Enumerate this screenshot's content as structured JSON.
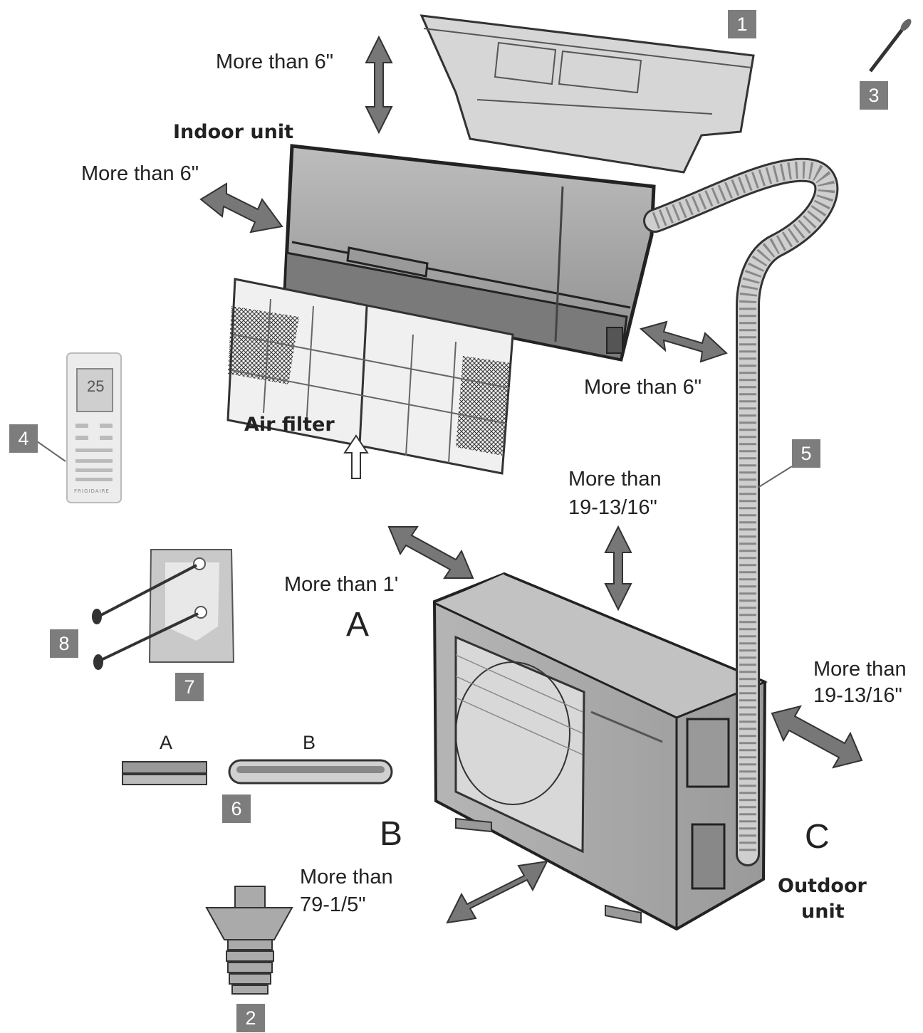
{
  "labels": {
    "clear_top": "More than 6\"",
    "indoor_unit": "Indoor unit",
    "clear_left": "More than 6\"",
    "clear_right": "More than 6\"",
    "air_filter": "Air filter",
    "clear_above_outdoor_1": "More than",
    "clear_above_outdoor_2": "19-13/16\"",
    "clear_a": "More than 1'",
    "clear_c_1": "More than",
    "clear_c_2": "19-13/16\"",
    "clear_b_1": "More than",
    "clear_b_2": "79-1/5\"",
    "outdoor_unit_1": "Outdoor",
    "outdoor_unit_2": "unit"
  },
  "side_letters": {
    "a": "A",
    "b": "B",
    "c": "C"
  },
  "part_letters": {
    "a": "A",
    "b": "B"
  },
  "parts": {
    "p1": "1",
    "p2": "2",
    "p3": "3",
    "p4": "4",
    "p5": "5",
    "p6": "6",
    "p7": "7",
    "p8": "8"
  },
  "remote": {
    "display": "25",
    "brand": "FRIGIDAIRE"
  },
  "colors": {
    "arrow": "#777777",
    "badge": "#7d7d7d",
    "unit": "#a9a9a9",
    "line": "#2a2a2a"
  }
}
